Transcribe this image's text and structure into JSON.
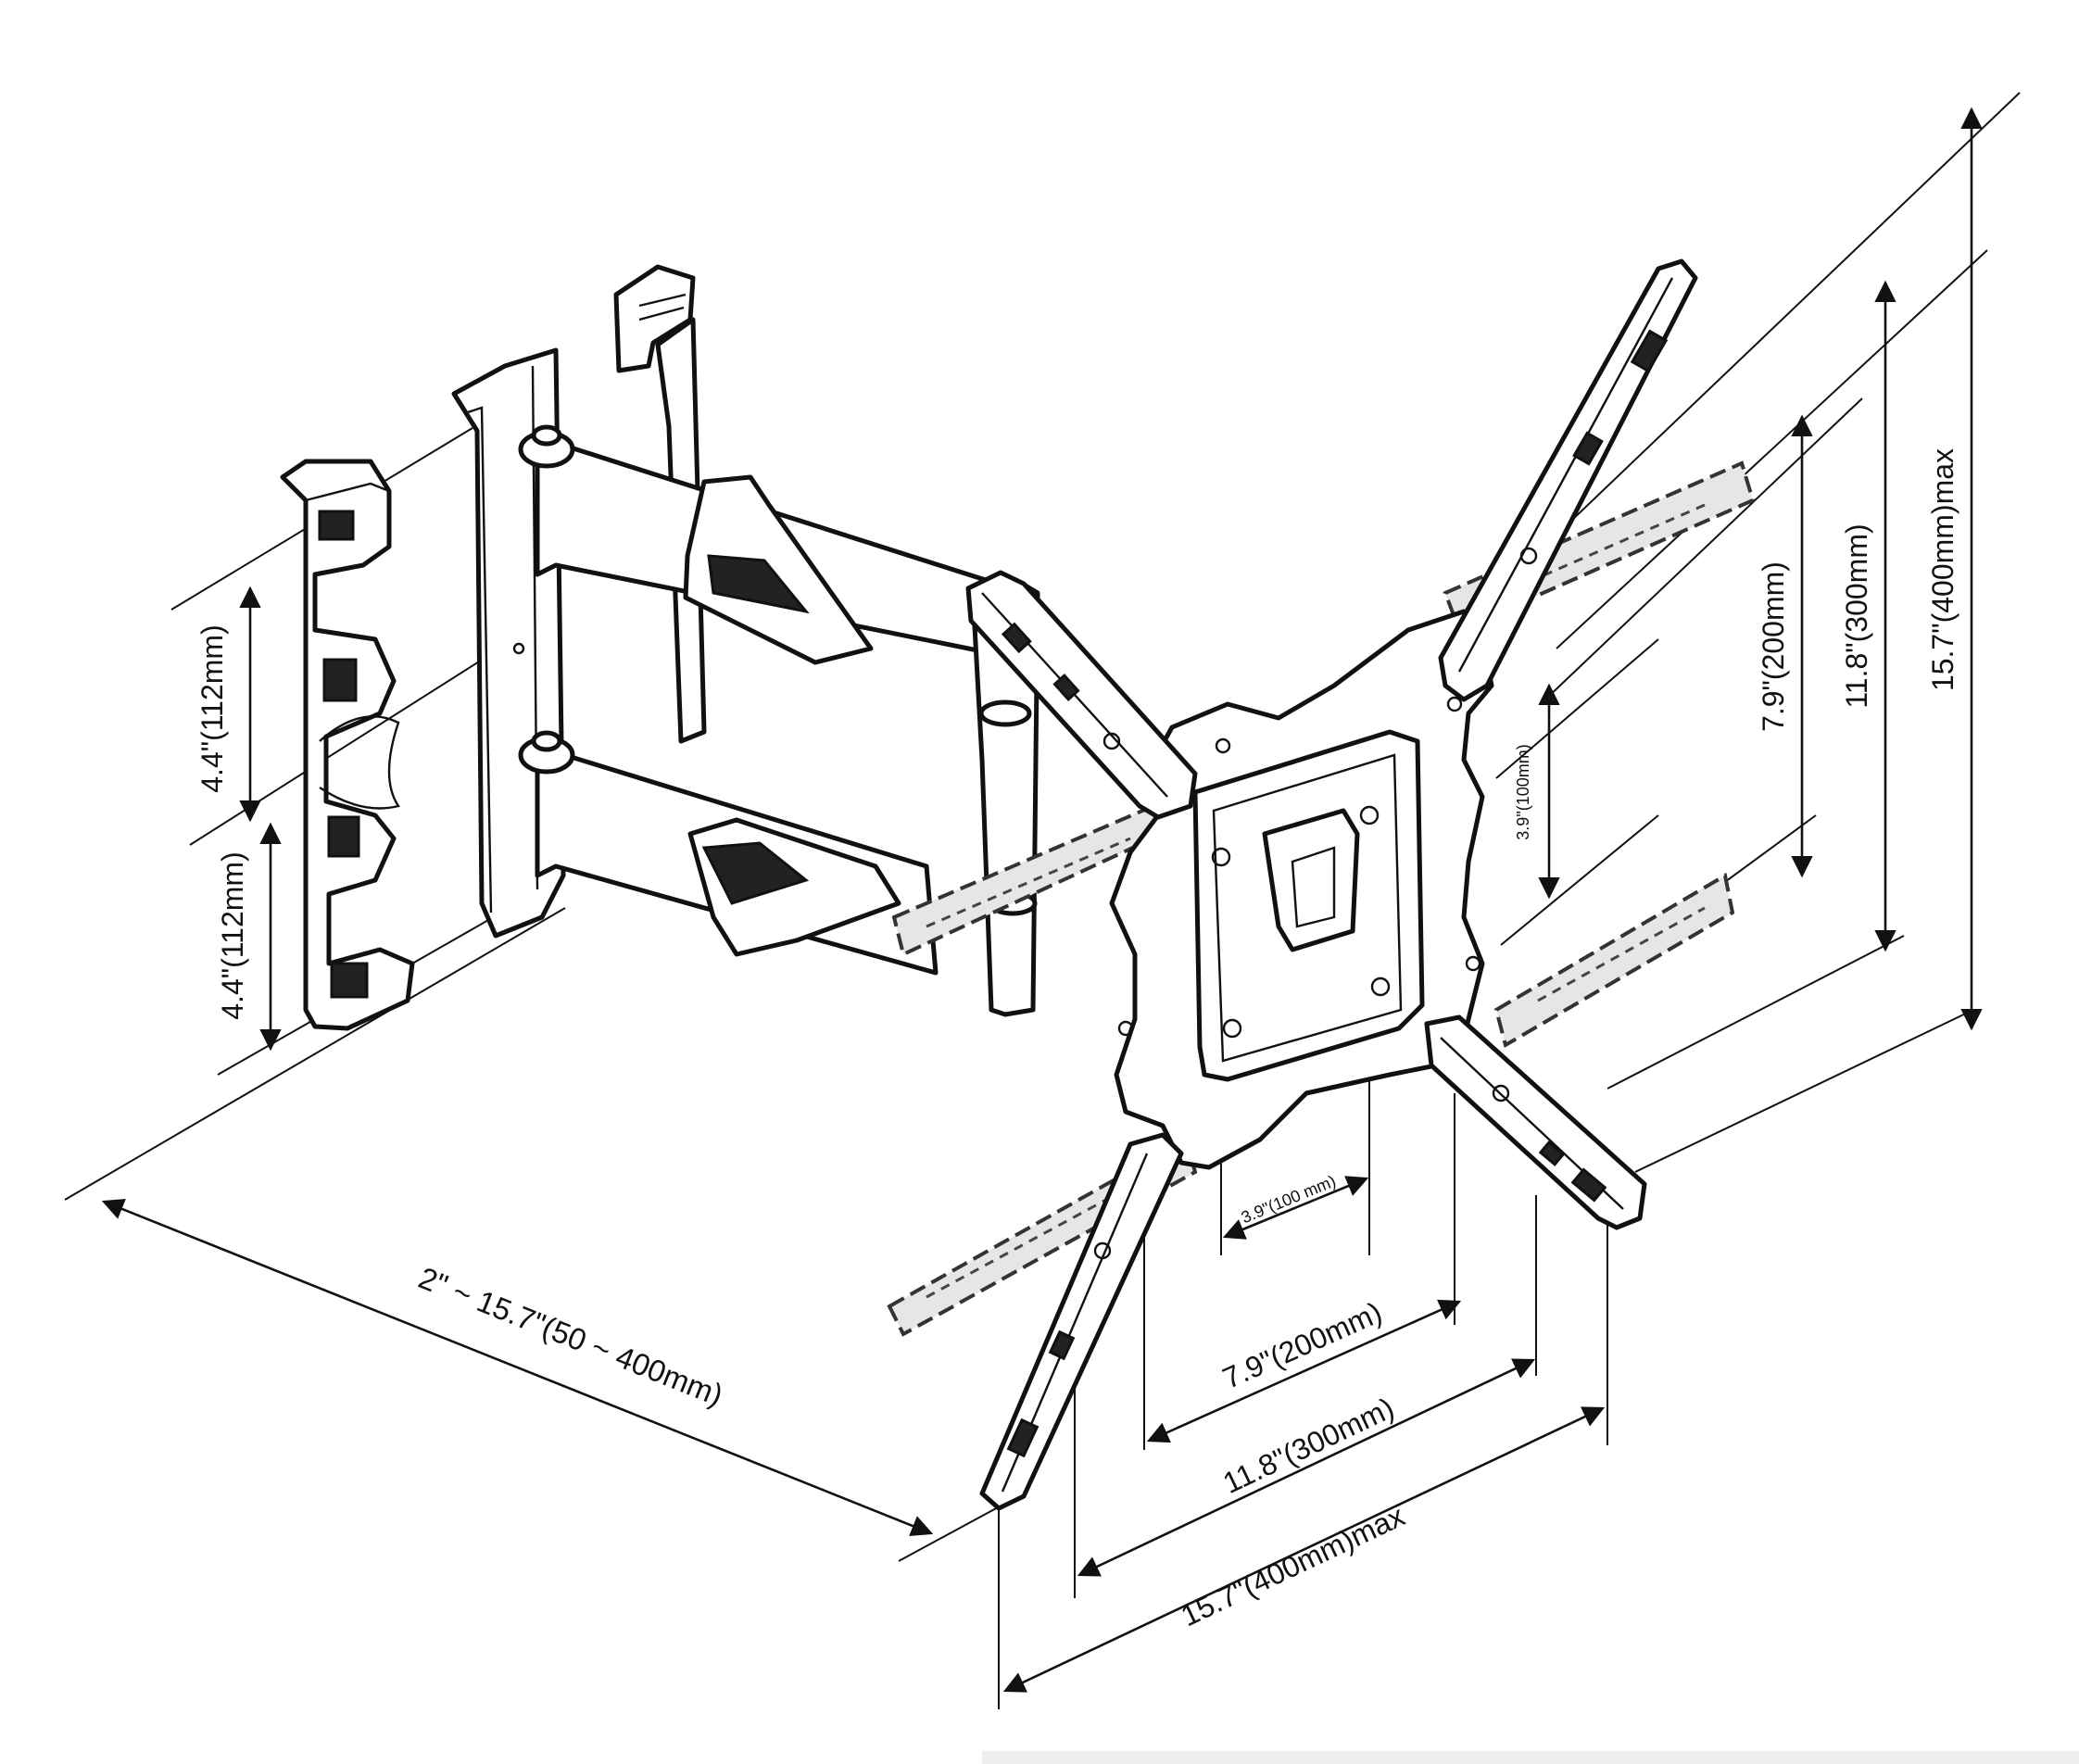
{
  "labels": {
    "wall_dim_upper": "4.4\"(112mm)",
    "wall_dim_lower": "4.4\"(112mm)",
    "extension_range": "2\" ~ 15.7\"(50 ~ 400mm)",
    "h_100": "3.9\"(100 mm)",
    "h_200": "7.9\"(200mm)",
    "h_300": "11.8\"(300mm)",
    "h_400": "15.7\"(400mm)max",
    "v_100": "3.9\"(100mm)",
    "v_200": "7.9\"(200mm)",
    "v_300": "11.8\"(300mm)",
    "v_400": "15.7\"(400mm)max"
  },
  "colors": {
    "line": "#111111",
    "background": "#ffffff",
    "ghost_fill": "#e6e6e6"
  }
}
